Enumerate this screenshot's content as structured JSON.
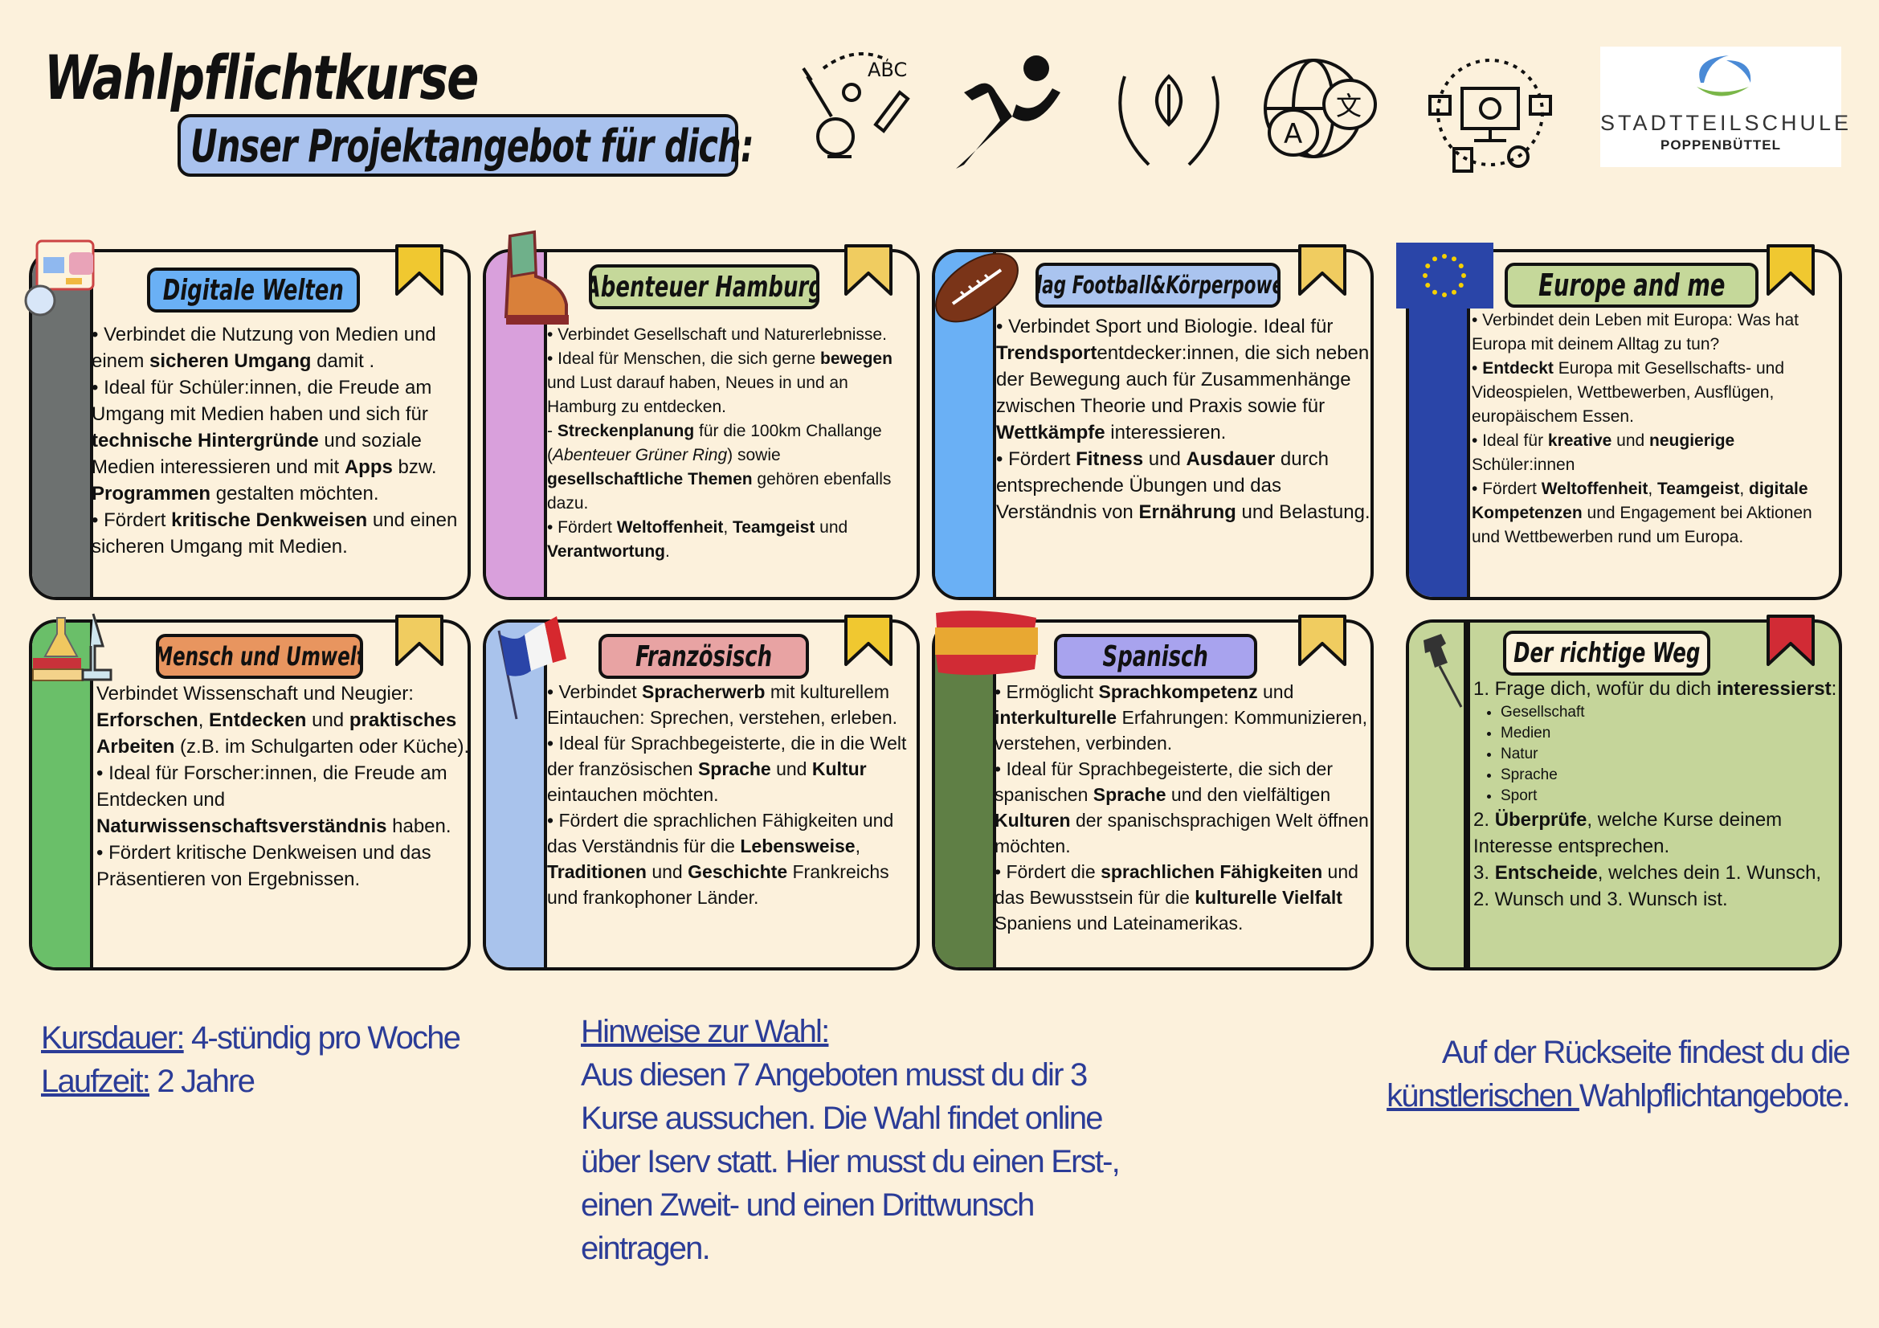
{
  "header": {
    "title": "Wahlpflichtkurse",
    "subtitle": "Unser Projektangebot für dich:",
    "icons": [
      "school-supplies-icon",
      "runner-icon",
      "hands-leaf-icon",
      "language-globe-icon",
      "digital-marketing-icon"
    ],
    "logo": {
      "line1": "STADTTEILSCHULE",
      "line2": "POPPENBÜTTEL"
    }
  },
  "cards": [
    {
      "title": "Digitale Welten",
      "stripe": "#6d7170",
      "title_bg": "#6ab0f5",
      "ribbon": "#f0c830",
      "bg": "#fcf1dc",
      "icon": "digital-media-icon",
      "paragraphs": [
        [
          {
            "t": "• Verbindet die Nutzung von Medien und einem "
          },
          {
            "t": "sicheren Umgang",
            "b": true
          },
          {
            "t": " damit ."
          }
        ],
        [
          {
            "t": "• Ideal für Schüler:innen, die Freude am Umgang mit Medien haben und sich für "
          },
          {
            "t": "technische Hintergründe",
            "b": true
          },
          {
            "t": " und soziale Medien interessieren und mit "
          },
          {
            "t": "Apps",
            "b": true
          },
          {
            "t": " bzw. "
          },
          {
            "t": "Programmen",
            "b": true
          },
          {
            "t": " gestalten möchten."
          }
        ],
        [
          {
            "t": "• Fördert "
          },
          {
            "t": "kritische Denkweisen",
            "b": true
          },
          {
            "t": " und einen sicheren Umgang mit Medien."
          }
        ]
      ]
    },
    {
      "title": "Abenteuer Hamburg",
      "stripe": "#d9a0dc",
      "title_bg": "#c5d89a",
      "ribbon": "#f0cc60",
      "bg": "#fcf1dc",
      "icon": "hiking-boot-icon",
      "paragraphs": [
        [
          {
            "t": "• Verbindet Gesellschaft und Naturerlebnisse."
          }
        ],
        [
          {
            "t": "• Ideal für Menschen, die sich gerne "
          },
          {
            "t": "bewegen",
            "b": true
          },
          {
            "t": " und Lust darauf haben, Neues in und an Hamburg zu entdecken."
          }
        ],
        [
          {
            "t": "- "
          },
          {
            "t": "Streckenplanung",
            "b": true
          },
          {
            "t": " für die 100km Challange ("
          },
          {
            "t": "Abenteuer Grüner Ring",
            "i": true
          },
          {
            "t": ") sowie "
          },
          {
            "t": "gesellschaftliche Themen",
            "b": true
          },
          {
            "t": " gehören ebenfalls dazu."
          }
        ],
        [
          {
            "t": "• Fördert "
          },
          {
            "t": "Weltoffenheit",
            "b": true
          },
          {
            "t": ", "
          },
          {
            "t": "Teamgeist",
            "b": true
          },
          {
            "t": " und "
          },
          {
            "t": "Verantwortung",
            "b": true
          },
          {
            "t": "."
          }
        ]
      ]
    },
    {
      "title": "Flag Football&Körperpower",
      "stripe": "#6ab0f5",
      "title_bg": "#aac4ef",
      "ribbon": "#f0cc60",
      "bg": "#fcf1dc",
      "icon": "american-football-icon",
      "paragraphs": [
        [
          {
            "t": "• Verbindet Sport und Biologie. Ideal für "
          },
          {
            "t": "Trendsport",
            "b": true
          },
          {
            "t": "entdecker:innen, die sich neben der Bewegung auch für Zusammenhänge zwischen Theorie und Praxis sowie für "
          },
          {
            "t": "Wettkämpfe",
            "b": true
          },
          {
            "t": " interessieren."
          }
        ],
        [
          {
            "t": "• Fördert "
          },
          {
            "t": "Fitness",
            "b": true
          },
          {
            "t": " und "
          },
          {
            "t": "Ausdauer",
            "b": true
          },
          {
            "t": " durch entsprechende Übungen und das Verständnis von "
          },
          {
            "t": "Ernährung",
            "b": true
          },
          {
            "t": " und Belastung."
          }
        ]
      ]
    },
    {
      "title": "Europe and me",
      "stripe": "#2a45a8",
      "title_bg": "#c5d89a",
      "ribbon": "#f0c830",
      "bg": "#fcf1dc",
      "icon": "eu-flag-icon",
      "paragraphs": [
        [
          {
            "t": "• Verbindet dein Leben mit Europa: Was hat Europa mit deinem Alltag zu tun?"
          }
        ],
        [
          {
            "t": "• "
          },
          {
            "t": "Entdeckt",
            "b": true
          },
          {
            "t": " Europa mit Gesellschafts- und Videospielen, Wettbewerben, Ausflügen, europäischem Essen."
          }
        ],
        [
          {
            "t": "• Ideal für "
          },
          {
            "t": "kreative",
            "b": true
          },
          {
            "t": " und "
          },
          {
            "t": "neugierige",
            "b": true
          },
          {
            "t": " Schüler:innen"
          }
        ],
        [
          {
            "t": "• Fördert "
          },
          {
            "t": "Weltoffenheit",
            "b": true
          },
          {
            "t": ", "
          },
          {
            "t": "Teamgeist",
            "b": true
          },
          {
            "t": ", "
          },
          {
            "t": "digitale Kompetenzen",
            "b": true
          },
          {
            "t": " und Engagement bei Aktionen und Wettbewerben rund um Europa."
          }
        ]
      ]
    },
    {
      "title": "Mensch und Umwelt",
      "stripe": "#6abf69",
      "title_bg": "#e8955f",
      "ribbon": "#f0cc60",
      "bg": "#fcf1dc",
      "icon": "science-lab-icon",
      "paragraphs": [
        [
          {
            "t": "Verbindet Wissenschaft und Neugier: "
          },
          {
            "t": "Erforschen",
            "b": true
          },
          {
            "t": ", "
          },
          {
            "t": "Entdecken",
            "b": true
          },
          {
            "t": " und "
          },
          {
            "t": "praktisches Arbeiten",
            "b": true
          },
          {
            "t": " (z.B. im Schulgarten oder Küche)."
          }
        ],
        [
          {
            "t": "• Ideal für Forscher:innen, die Freude am Entdecken und "
          },
          {
            "t": "Naturwissenschaftsverständnis",
            "b": true
          },
          {
            "t": " haben."
          }
        ],
        [
          {
            "t": "• Fördert kritische Denkweisen und das Präsentieren von Ergebnissen."
          }
        ]
      ]
    },
    {
      "title": "Französisch",
      "stripe": "#a9c3ec",
      "title_bg": "#e8a3a3",
      "ribbon": "#f0c830",
      "bg": "#fcf1dc",
      "icon": "french-flag-icon",
      "paragraphs": [
        [
          {
            "t": "• Verbindet "
          },
          {
            "t": "Spracherwerb",
            "b": true
          },
          {
            "t": " mit kulturellem Eintauchen: Sprechen, verstehen, erleben."
          }
        ],
        [
          {
            "t": "• Ideal für Sprachbegeisterte, die in die Welt der französischen "
          },
          {
            "t": "Sprache",
            "b": true
          },
          {
            "t": " und "
          },
          {
            "t": "Kultur",
            "b": true
          },
          {
            "t": " eintauchen möchten."
          }
        ],
        [
          {
            "t": "• Fördert die sprachlichen Fähigkeiten und das Verständnis für die "
          },
          {
            "t": "Lebensweise",
            "b": true
          },
          {
            "t": ", "
          },
          {
            "t": "Traditionen",
            "b": true
          },
          {
            "t": " und "
          },
          {
            "t": "Geschichte",
            "b": true
          },
          {
            "t": " Frankreichs und frankophoner Länder."
          }
        ]
      ]
    },
    {
      "title": "Spanisch",
      "stripe": "#5f7f45",
      "title_bg": "#a8a3ee",
      "ribbon": "#f0cc60",
      "bg": "#fcf1dc",
      "icon": "spanish-flag-icon",
      "paragraphs": [
        [
          {
            "t": "• Ermöglicht "
          },
          {
            "t": "Sprachkompetenz",
            "b": true
          },
          {
            "t": " und "
          },
          {
            "t": "interkulturelle",
            "b": true
          },
          {
            "t": " Erfahrungen: Kommunizieren, verstehen, verbinden."
          }
        ],
        [
          {
            "t": "• Ideal für Sprachbegeisterte, die sich der spanischen "
          },
          {
            "t": "Sprache",
            "b": true
          },
          {
            "t": " und den vielfältigen "
          },
          {
            "t": "Kulturen",
            "b": true
          },
          {
            "t": " der spanischsprachigen Welt öffnen möchten."
          }
        ],
        [
          {
            "t": "• Fördert die "
          },
          {
            "t": "sprachlichen Fähigkeiten",
            "b": true
          },
          {
            "t": " und das Bewusstsein für die "
          },
          {
            "t": "kulturelle Vielfalt",
            "b": true
          },
          {
            "t": " Spaniens und Lateinamerikas."
          }
        ]
      ]
    },
    {
      "title": "Der richtige Weg",
      "stripe": "#c5d59a",
      "title_bg": "#fdf3dd",
      "ribbon": "#d12b35",
      "bg": "#c5d59a",
      "icon": "pushpin-icon",
      "paragraphs": [
        [
          {
            "t": "1. Frage dich, wofür du dich "
          },
          {
            "t": "interessierst",
            "b": true
          },
          {
            "t": ":"
          }
        ],
        [
          {
            "t": "2. "
          },
          {
            "t": "Überprüfe",
            "b": true
          },
          {
            "t": ", welche Kurse deinem Interesse entsprechen."
          }
        ],
        [
          {
            "t": "3. "
          },
          {
            "t": "Entscheide",
            "b": true
          },
          {
            "t": ", welches dein 1. Wunsch, 2. Wunsch und 3. Wunsch ist."
          }
        ]
      ],
      "sublist": [
        "Gesellschaft",
        "Medien",
        "Natur",
        "Sprache",
        "Sport"
      ]
    }
  ],
  "footer": {
    "duration_label": "Kursdauer:",
    "duration_value": " 4-stündig pro Woche",
    "runtime_label": "Laufzeit:",
    "runtime_value": " 2 Jahre",
    "hints_label": "Hinweise zur Wahl:",
    "hints_text": "Aus diesen 7 Angeboten musst du dir 3 Kurse aussuchen. Die Wahl findet online über Iserv statt. Hier musst du einen Erst-, einen Zweit- und einen Drittwunsch eintragen.",
    "back_text_1": "Auf der Rückseite findest du die",
    "back_link": "künstlerischen ",
    "back_text_2": "Wahlpflichtangebote."
  },
  "colors": {
    "background": "#fcf1dc",
    "footer_text": "#2b3c97"
  }
}
